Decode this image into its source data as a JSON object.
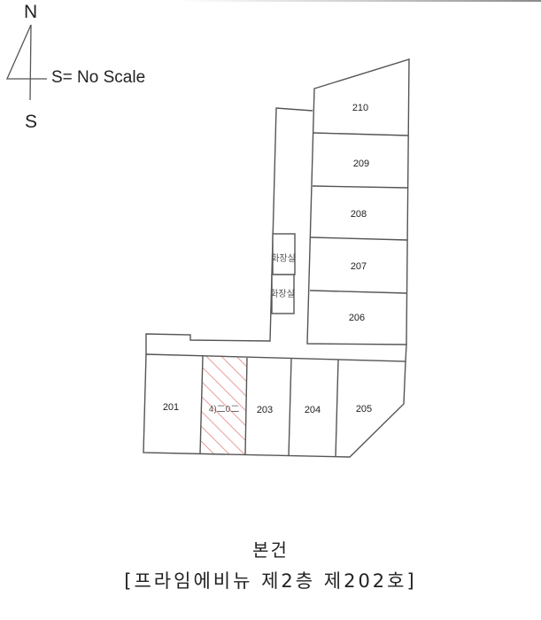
{
  "compass": {
    "north": "N",
    "south": "S",
    "scale": "S= No Scale"
  },
  "colors": {
    "line": "#555555",
    "highlight_hatch": "#e06060",
    "text": "#222222"
  },
  "units": {
    "u201": "201",
    "u202": "4)二0二",
    "u203": "203",
    "u204": "204",
    "u205": "205",
    "u206": "206",
    "u207": "207",
    "u208": "208",
    "u209": "209",
    "u210": "210"
  },
  "restrooms": {
    "r1": "화장실",
    "r2": "화장실"
  },
  "highlighted_unit": "202",
  "caption": {
    "title": "본건",
    "subtitle": "[프라임에비뉴 제2층 제202호]"
  }
}
